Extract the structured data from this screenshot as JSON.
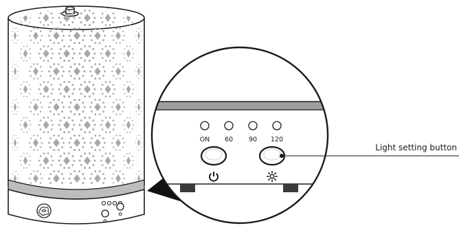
{
  "panel": {
    "timers": [
      "ON",
      "60",
      "90",
      "120"
    ],
    "power_icon": "power-icon",
    "light_icon": "sun-light-icon"
  },
  "callout": {
    "label": "Light setting button"
  },
  "colors": {
    "outline": "#1a1a1a",
    "pattern": "#a8a8a8",
    "band": "#bdbdbd",
    "zoom_wedge": "#111111"
  }
}
